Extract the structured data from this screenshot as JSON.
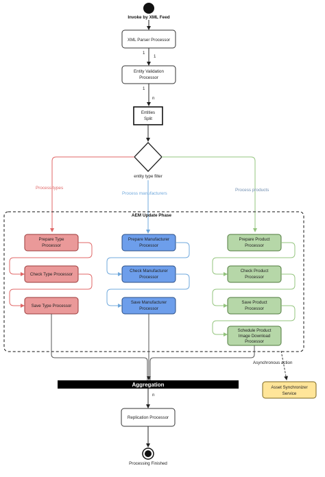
{
  "start": {
    "label": "Invoke by XML Feed"
  },
  "xml_parser": {
    "label": "XML Parser Processor"
  },
  "mult_parser_out": "1",
  "mult_parser_in": "1",
  "entity_validation": {
    "line1": "Entity Validation",
    "line2": "Processor"
  },
  "mult_validation_out": "1",
  "mult_validation_in": "n",
  "entities_split": {
    "line1": "Entities",
    "line2": "Split"
  },
  "decision": {
    "label": "entity type filter"
  },
  "branches": {
    "types": {
      "label": "Process types",
      "color": "#e87878"
    },
    "manufacturers": {
      "label": "Process manufacturers",
      "color": "#6fa8dc"
    },
    "products": {
      "label": "Process products",
      "color": "#93c47d"
    }
  },
  "phase": {
    "title": "AEM Update Phase"
  },
  "type_column": [
    {
      "line1": "Prepare Type",
      "line2": "Processor"
    },
    {
      "line1": "Check Type Processor",
      "line2": ""
    },
    {
      "line1": "Save Type Processor",
      "line2": ""
    }
  ],
  "manufacturer_column": [
    {
      "line1": "Prepare Manufacturer",
      "line2": "Processor"
    },
    {
      "line1": "Check Manufacturer",
      "line2": "Processor"
    },
    {
      "line1": "Save Manufacturer",
      "line2": "Processor"
    }
  ],
  "product_column": [
    {
      "line1": "Prepare Product",
      "line2": "Processor"
    },
    {
      "line1": "Check Product",
      "line2": "Processor"
    },
    {
      "line1": "Save Product",
      "line2": "Processor"
    },
    {
      "line1": "Schedule Product",
      "line2": "Image Download",
      "line3": "Processor"
    }
  ],
  "async": {
    "label": "Asynchronous action"
  },
  "asset_sync": {
    "line1": "Asset Synchronizer",
    "line2": "Service"
  },
  "aggregation": {
    "label": "Aggregation"
  },
  "mult_aggregation": "n",
  "replication": {
    "label": "Replication Processor"
  },
  "end": {
    "label": "Processing Finished"
  },
  "colors": {
    "type_fill": "#ea9999",
    "type_stroke": "#9b3a3a",
    "manufacturer_fill": "#6d9eeb",
    "manufacturer_stroke": "#2b4f86",
    "product_fill": "#b6d7a8",
    "product_stroke": "#4f7a3c",
    "asset_fill": "#ffe599",
    "asset_stroke": "#7a6420"
  }
}
